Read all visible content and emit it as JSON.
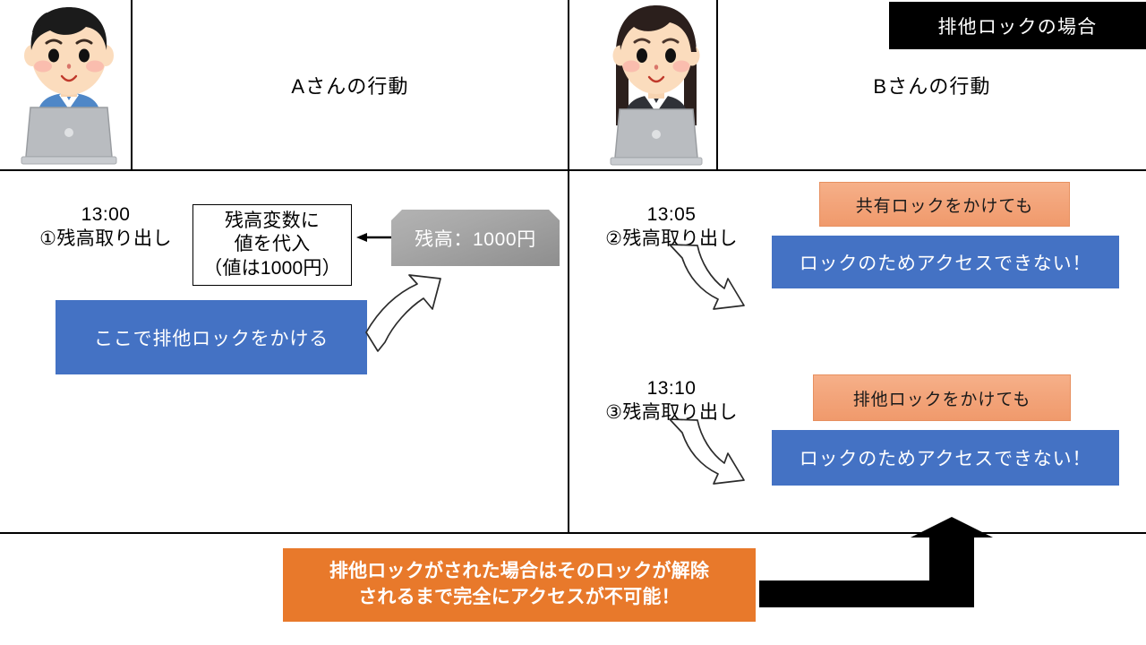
{
  "title_banner": {
    "label": "排他ロックの場合"
  },
  "columns": [
    {
      "id": "a",
      "header": "Aさんの行動",
      "avatar": "male-avatar-icon"
    },
    {
      "id": "b",
      "header": "Bさんの行動",
      "avatar": "female-avatar-icon"
    }
  ],
  "left_panel": {
    "time_label": "13:00\n①残高取り出し",
    "assign_box": "残高変数に\n値を代入\n（値は1000円）",
    "balance_tag": "残高：1000円",
    "lock_box": "ここで排他ロックをかける"
  },
  "right_panel": {
    "rows": [
      {
        "time_label": "13:05\n②残高取り出し",
        "attempt": "共有ロックをかけても",
        "result": "ロックのためアクセスできない！"
      },
      {
        "time_label": "13:10\n③残高取り出し",
        "attempt": "排他ロックをかけても",
        "result": "ロックのためアクセスできない！"
      }
    ]
  },
  "footer": {
    "callout": "排他ロックがされた場合はそのロックが解除\nされるまで完全にアクセスが不可能！"
  },
  "colors": {
    "blue_box": "#4472C4",
    "orange_box": "#F2A273",
    "orange_callout": "#E8792B",
    "gray_tag": "#A0A0A0",
    "banner_black": "#000000",
    "text_white": "#FFFFFF"
  }
}
